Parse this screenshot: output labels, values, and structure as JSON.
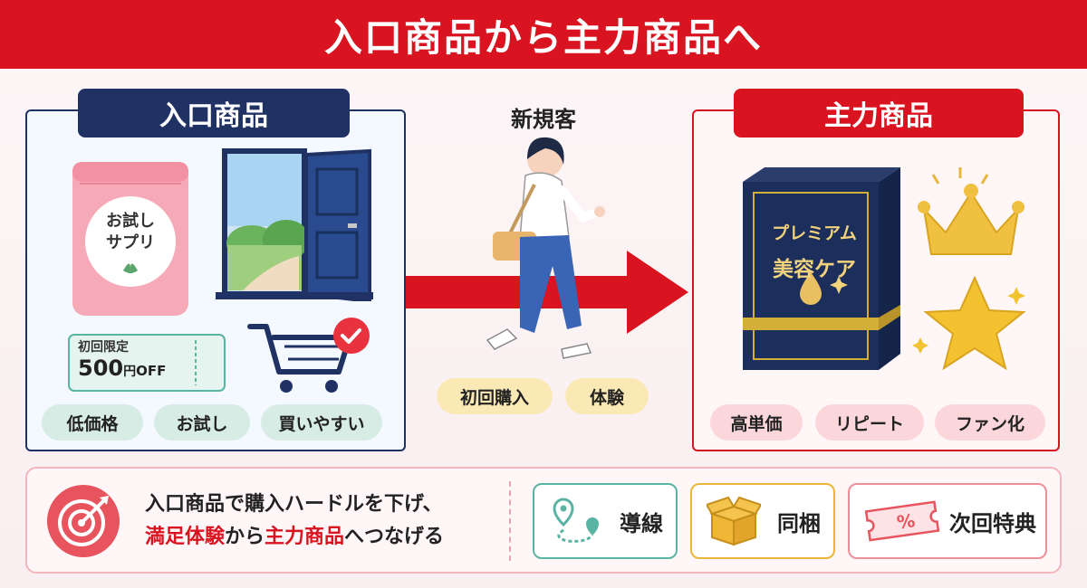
{
  "header": {
    "title": "入口商品から主力商品へ"
  },
  "entry": {
    "title": "入口商品",
    "pouch_line1": "お試し",
    "pouch_line2": "サプリ",
    "coupon_line1": "初回限定",
    "coupon_amount": "500",
    "coupon_unit": "円",
    "coupon_off": "OFF",
    "tags": [
      "低価格",
      "お試し",
      "買いやすい"
    ]
  },
  "middle": {
    "customer_label": "新規客",
    "tags": [
      "初回購入",
      "体験"
    ]
  },
  "main": {
    "title": "主力商品",
    "box_line1": "プレミアム",
    "box_line2": "美容ケア",
    "tags": [
      "高単価",
      "リピート",
      "ファン化"
    ]
  },
  "bottom": {
    "message_line1": "入口商品で購入ハードルを下げ、",
    "message_line2_part1": "満足体験",
    "message_line2_part2": "から",
    "message_line2_part3": "主力商品",
    "message_line2_part4": "へつなげる",
    "cards": [
      {
        "label": "導線",
        "icon": "route-pin-icon"
      },
      {
        "label": "同梱",
        "icon": "package-box-icon"
      },
      {
        "label": "次回特典",
        "icon": "percent-coupon-icon"
      }
    ]
  },
  "colors": {
    "red": "#d9131f",
    "navy": "#1f3263",
    "teal": "#5ab4a3",
    "gold": "#e8b63b"
  }
}
